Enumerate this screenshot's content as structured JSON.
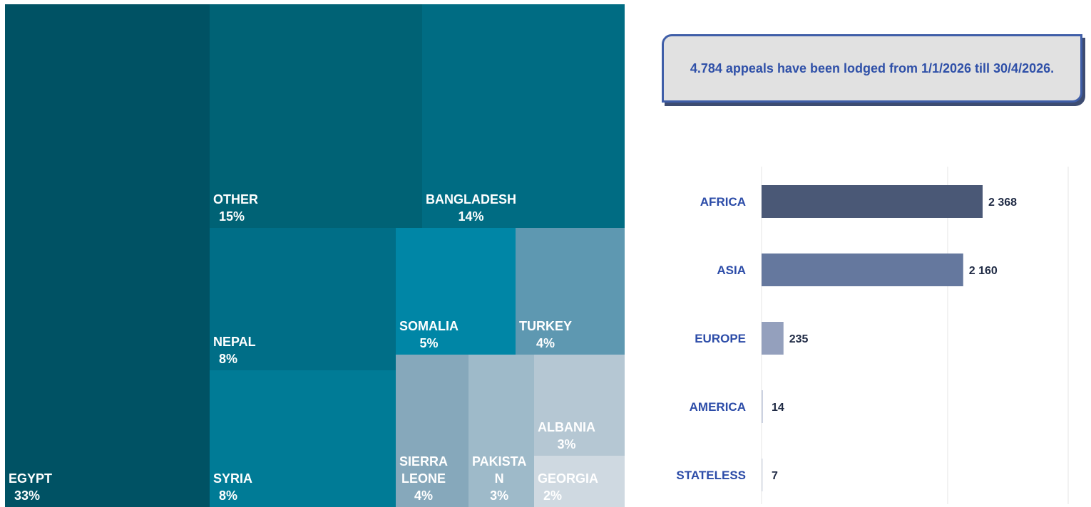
{
  "treemap": {
    "tiles": [
      {
        "name": "EGYPT",
        "pct": "33%",
        "color": "#005264",
        "text_color": "#ffffff"
      },
      {
        "name": "OTHER",
        "pct": "15%",
        "color": "#006275",
        "text_color": "#ffffff"
      },
      {
        "name": "BANGLADESH",
        "pct": "14%",
        "color": "#006c83",
        "text_color": "#ffffff"
      },
      {
        "name": "NEPAL",
        "pct": "8%",
        "color": "#006e87",
        "text_color": "#ffffff"
      },
      {
        "name": "SYRIA",
        "pct": "8%",
        "color": "#007b96",
        "text_color": "#ffffff"
      },
      {
        "name": "SOMALIA",
        "pct": "5%",
        "color": "#0086a6",
        "text_color": "#ffffff"
      },
      {
        "name": "TURKEY",
        "pct": "4%",
        "color": "#5e98b1",
        "text_color": "#ffffff"
      },
      {
        "name": "SIERRA LEONE",
        "pct": "4%",
        "color": "#86a8bb",
        "text_color": "#ffffff"
      },
      {
        "name": "PAKISTAN",
        "pct": "3%",
        "color": "#9ebac9",
        "text_color": "#ffffff"
      },
      {
        "name": "ALBANIA",
        "pct": "3%",
        "color": "#b5c7d3",
        "text_color": "#ffffff"
      },
      {
        "name": "GEORGIA",
        "pct": "2%",
        "color": "#cfd9e1",
        "text_color": "#ffffff"
      }
    ]
  },
  "callout": {
    "text": "4.784 appeals have been lodged from 1/1/2026 till 30/4/2026."
  },
  "chart_data": {
    "type": "bar",
    "orientation": "horizontal",
    "categories": [
      "AFRICA",
      "ASIA",
      "EUROPE",
      "AMERICA",
      "STATELESS"
    ],
    "values": [
      2368,
      2160,
      235,
      14,
      7
    ],
    "value_labels": [
      "2 368",
      "2 160",
      "235",
      "14",
      "7"
    ],
    "colors": [
      "#4a5876",
      "#65789e",
      "#94a0bd",
      "#c5cbdc",
      "#d5d9e4"
    ],
    "xlim": [
      0,
      3500
    ],
    "grid": true
  }
}
